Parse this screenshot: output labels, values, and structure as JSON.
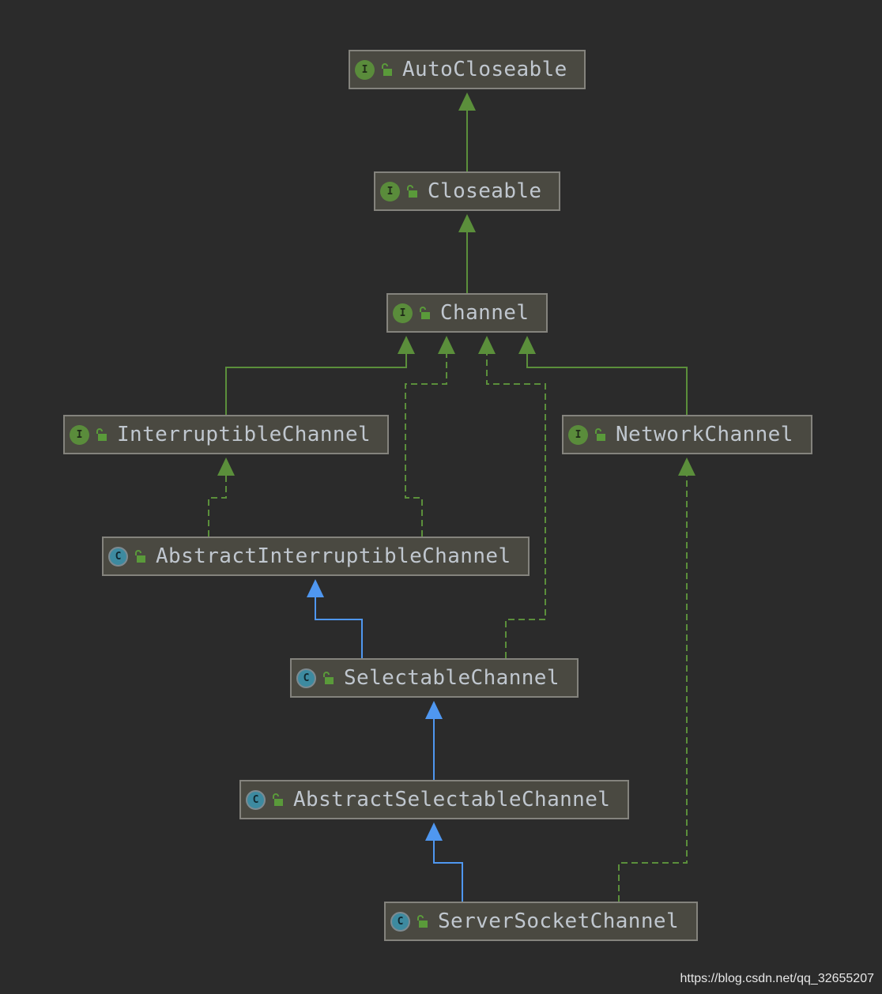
{
  "nodes": [
    {
      "id": "autocloseable",
      "name": "AutoCloseable",
      "kind": "I"
    },
    {
      "id": "closeable",
      "name": "Closeable",
      "kind": "I"
    },
    {
      "id": "channel",
      "name": "Channel",
      "kind": "I"
    },
    {
      "id": "interruptiblechannel",
      "name": "InterruptibleChannel",
      "kind": "I"
    },
    {
      "id": "networkchannel",
      "name": "NetworkChannel",
      "kind": "I"
    },
    {
      "id": "abstractinterruptiblechannel",
      "name": "AbstractInterruptibleChannel",
      "kind": "C"
    },
    {
      "id": "selectablechannel",
      "name": "SelectableChannel",
      "kind": "C"
    },
    {
      "id": "abstractselectablechannel",
      "name": "AbstractSelectableChannel",
      "kind": "C"
    },
    {
      "id": "serversocketchannel",
      "name": "ServerSocketChannel",
      "kind": "C"
    }
  ],
  "edges": [
    {
      "from": "closeable",
      "to": "autocloseable",
      "type": "extends-interface"
    },
    {
      "from": "channel",
      "to": "closeable",
      "type": "extends-interface"
    },
    {
      "from": "interruptiblechannel",
      "to": "channel",
      "type": "extends-interface"
    },
    {
      "from": "networkchannel",
      "to": "channel",
      "type": "extends-interface"
    },
    {
      "from": "abstractinterruptiblechannel",
      "to": "interruptiblechannel",
      "type": "implements"
    },
    {
      "from": "abstractinterruptiblechannel",
      "to": "channel",
      "type": "implements"
    },
    {
      "from": "selectablechannel",
      "to": "channel",
      "type": "implements"
    },
    {
      "from": "selectablechannel",
      "to": "abstractinterruptiblechannel",
      "type": "extends-class"
    },
    {
      "from": "abstractselectablechannel",
      "to": "selectablechannel",
      "type": "extends-class"
    },
    {
      "from": "serversocketchannel",
      "to": "abstractselectablechannel",
      "type": "extends-class"
    },
    {
      "from": "serversocketchannel",
      "to": "networkchannel",
      "type": "implements"
    }
  ],
  "colors": {
    "interface_edge": "#5b8f3b",
    "class_edge": "#4f97f0",
    "interface_badge": "#5a8c3b",
    "class_badge": "#3d8aa0",
    "lock": "#5a9a3a"
  },
  "watermark": "https://blog.csdn.net/qq_32655207"
}
